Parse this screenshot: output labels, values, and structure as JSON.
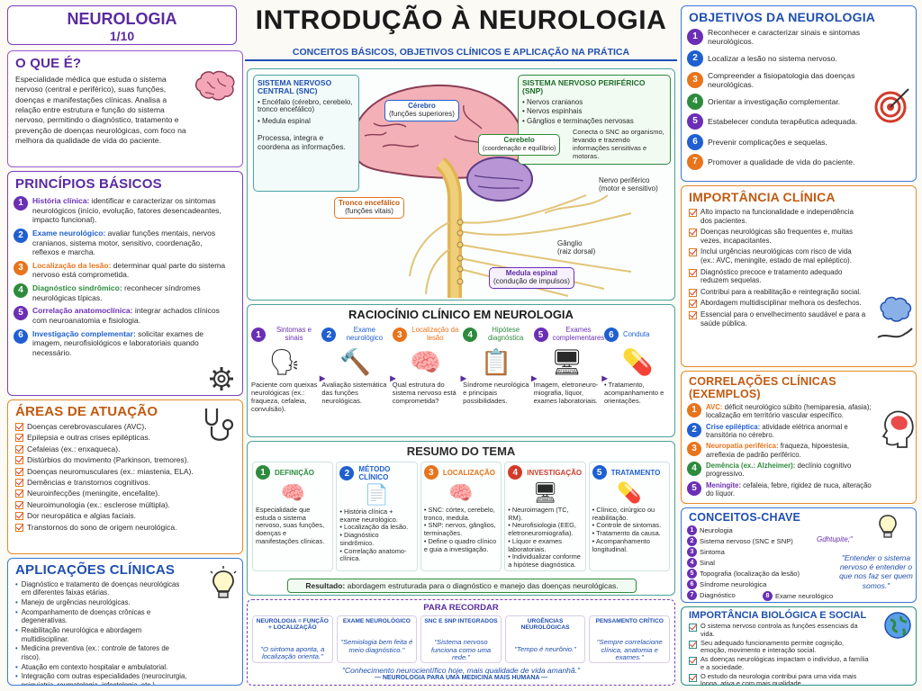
{
  "badge": {
    "title": "NEUROLOGIA",
    "page": "1/10"
  },
  "header": {
    "title": "INTRODUÇÃO À NEUROLOGIA",
    "subtitle": "CONCEITOS BÁSICOS, OBJETIVOS CLÍNICOS E APLICAÇÃO NA PRÁTICA"
  },
  "oque": {
    "title": "O QUE É?",
    "text": "Especialidade médica que estuda o sistema nervoso (central e periférico), suas funções, doenças e manifestações clínicas. Analisa a relação entre estrutura e função do sistema nervoso, permitindo o diagnóstico, tratamento e prevenção de doenças neurológicas, com foco na melhora da qualidade de vida do paciente."
  },
  "principios": {
    "title": "PRINCÍPIOS BÁSICOS",
    "items": [
      {
        "n": "1",
        "head": "História clínica:",
        "text": "identificar e caracterizar os sintomas neurológicos (início, evolução, fatores desencadeantes, impacto funcional)."
      },
      {
        "n": "2",
        "head": "Exame neurológico:",
        "text": "avaliar funções mentais, nervos cranianos, sistema motor, sensitivo, coordenação, reflexos e marcha."
      },
      {
        "n": "3",
        "head": "Localização da lesão:",
        "text": "determinar qual parte do sistema nervoso está comprometida."
      },
      {
        "n": "4",
        "head": "Diagnóstico sindrômico:",
        "text": "reconhecer síndromes neurológicas típicas."
      },
      {
        "n": "5",
        "head": "Correlação anatomoclínica:",
        "text": "integrar achados clínicos com neuroanatomia e fisiologia."
      },
      {
        "n": "6",
        "head": "Investigação complementar:",
        "text": "solicitar exames de imagem, neurofisiológicos e laboratoriais quando necessário."
      }
    ]
  },
  "areas": {
    "title": "ÁREAS DE ATUAÇÃO",
    "items": [
      "Doenças cerebrovasculares (AVC).",
      "Epilepsia e outras crises epilépticas.",
      "Cefaleias (ex.: enxaqueca).",
      "Distúrbios do movimento (Parkinson, tremores).",
      "Doenças neuromusculares (ex.: miastenia, ELA).",
      "Demências e transtornos cognitivos.",
      "Neuroinfecções (meningite, encefalite).",
      "Neuroimunologia (ex.: esclerose múltipla).",
      "Dor neuropática e algias faciais.",
      "Transtornos do sono de origem neurológica."
    ]
  },
  "aplicacoes": {
    "title": "APLICAÇÕES CLÍNICAS",
    "items": [
      "Diagnóstico e tratamento de doenças neurológicas em diferentes faixas etárias.",
      "Manejo de urgências neurológicas.",
      "Acompanhamento de doenças crônicas e degenerativas.",
      "Reabilitação neurológica e abordagem multidisciplinar.",
      "Medicina preventiva (ex.: controle de fatores de risco).",
      "Atuação em contexto hospitalar e ambulatorial.",
      "Integração com outras especialidades (neurocirurgia, psiquiatria, reumatologia, infectologia, etc.)."
    ]
  },
  "anatomia": {
    "snc": {
      "title": "SISTEMA NERVOSO CENTRAL (SNC)",
      "items": [
        "Encéfalo (cérebro, cerebelo, tronco encefálico)",
        "Medula espinal"
      ],
      "text": "Processa, integra e coordena as informações."
    },
    "snp": {
      "title": "SISTEMA NERVOSO PERIFÉRICO (SNP)",
      "items": [
        "Nervos cranianos",
        "Nervos espinhais",
        "Gânglios e terminações nervosas"
      ],
      "text": "Conecta o SNC ao organismo, levando e trazendo informações sensitivas e motoras."
    },
    "labels": {
      "cerebro": "Cérebro",
      "cerebro_sub": "(funções superiores)",
      "cerebelo": "Cerebelo",
      "cerebelo_sub": "(coordenação e equilíbrio)",
      "tronco": "Tronco encefálico",
      "tronco_sub": "(funções vitais)",
      "nervo": "Nervo periférico",
      "nervo_sub": "(motor e sensitivo)",
      "ganglio": "Gânglio",
      "ganglio_sub": "(raiz dorsal)",
      "medula": "Medula espinal",
      "medula_sub": "(condução de impulsos)"
    }
  },
  "raciocinio": {
    "title": "RACIOCÍNIO CLÍNICO EM NEUROLOGIA",
    "steps": [
      {
        "n": "1",
        "label": "Sintomas e sinais",
        "text": "Paciente com queixas neurológicas (ex.: fraqueza, cefaleia, convulsão)."
      },
      {
        "n": "2",
        "label": "Exame neurológico",
        "text": "Avaliação sistemática das funções neurológicas."
      },
      {
        "n": "3",
        "label": "Localização da lesão",
        "text": "Qual estrutura do sistema nervoso está comprometida?"
      },
      {
        "n": "4",
        "label": "Hipótese diagnóstica",
        "text": "Síndrome neurológica e principais possibilidades."
      },
      {
        "n": "5",
        "label": "Exames complementares",
        "text": "Imagem, eletroneuro-miografia, líquor, exames laboratoriais."
      },
      {
        "n": "6",
        "label": "Conduta",
        "text": "• Tratamento, acompanhamento e orientações."
      }
    ]
  },
  "resumo": {
    "title": "RESUMO DO TEMA",
    "cols": [
      {
        "n": "1",
        "label": "DEFINIÇÃO",
        "lines": [
          "Especialidade que estuda o sistema nervoso, suas funções, doenças e manifestações clínicas."
        ]
      },
      {
        "n": "2",
        "label": "MÉTODO CLÍNICO",
        "lines": [
          "• História clínica + exame neurológico.",
          "• Localização da lesão.",
          "• Diagnóstico sindrômico.",
          "• Correlação anatomo-clínica."
        ]
      },
      {
        "n": "3",
        "label": "LOCALIZAÇÃO",
        "lines": [
          "• SNC: córtex, cerebelo, tronco, medula.",
          "• SNP: nervos, gânglios, terminações.",
          "• Define o quadro clínico e guia a investigação."
        ]
      },
      {
        "n": "4",
        "label": "INVESTIGAÇÃO",
        "lines": [
          "• Neuroimagem (TC, RM).",
          "• Neurofisiologia (EEG, eletroneuromiografia).",
          "• Líquor e exames laboratoriais.",
          "• Individualizar conforme a hipótese diagnóstica."
        ]
      },
      {
        "n": "5",
        "label": "TRATAMENTO",
        "lines": [
          "• Clínico, cirúrgico ou reabilitação.",
          "• Controle de sintomas.",
          "• Tratamento da causa.",
          "• Acompanhamento longitudinal."
        ]
      }
    ],
    "resultado_head": "Resultado:",
    "resultado": "abordagem estruturada para o diagnóstico e manejo das doenças neurológicas."
  },
  "recordar": {
    "title": "PARA RECORDAR",
    "cards": [
      {
        "head": "NEUROLOGIA = FUNÇÃO + LOCALIZAÇÃO",
        "quote": "\"O sintoma aponta, a localização orienta.\""
      },
      {
        "head": "EXAME NEUROLÓGICO",
        "quote": "\"Semiologia bem feita é meio diagnóstico.\""
      },
      {
        "head": "SNC E SNP INTEGRADOS",
        "quote": "\"Sistema nervoso funciona como uma rede.\""
      },
      {
        "head": "URGÊNCIAS NEUROLÓGICAS",
        "quote": "\"Tempo é neurônio.\""
      },
      {
        "head": "PENSAMENTO CRÍTICO",
        "quote": "\"Sempre correlacione clínica, anatomia e exames.\""
      }
    ],
    "footer1": "\"Conhecimento neurocientífico hoje, mais qualidade de vida amanhã.\"",
    "footer2": "— NEUROLOGIA PARA UMA MEDICINA MAIS HUMANA —"
  },
  "objetivos": {
    "title": "OBJETIVOS DA NEUROLOGIA",
    "items": [
      {
        "n": "1",
        "text": "Reconhecer e caracterizar sinais e sintomas neurológicos."
      },
      {
        "n": "2",
        "text": "Localizar a lesão no sistema nervoso."
      },
      {
        "n": "3",
        "text": "Compreender a fisiopatologia das doenças neurológicas."
      },
      {
        "n": "4",
        "text": "Orientar a investigação complementar."
      },
      {
        "n": "5",
        "text": "Estabelecer conduta terapêutica adequada."
      },
      {
        "n": "6",
        "text": "Prevenir complicações e sequelas."
      },
      {
        "n": "7",
        "text": "Promover a qualidade de vida do paciente."
      }
    ]
  },
  "importancia": {
    "title": "IMPORTÂNCIA CLÍNICA",
    "items": [
      "Alto impacto na funcionalidade e independência dos pacientes.",
      "Doenças neurológicas são frequentes e, muitas vezes, incapacitantes.",
      "Inclui urgências neurológicas com risco de vida (ex.: AVC, meningite, estado de mal epiléptico).",
      "Diagnóstico precoce e tratamento adequado reduzem sequelas.",
      "Contribui para a reabilitação e reintegração social.",
      "Abordagem multidisciplinar melhora os desfechos.",
      "Essencial para o envelhecimento saudável e para a saúde pública."
    ]
  },
  "correlacoes": {
    "title": "CORRELAÇÕES CLÍNICAS (EXEMPLOS)",
    "items": [
      {
        "n": "1",
        "head": "AVC:",
        "text": "déficit neurológico súbito (hemiparesia, afasia); localização em território vascular específico."
      },
      {
        "n": "2",
        "head": "Crise epiléptica:",
        "text": "atividade elétrica anormal e transitória no cérebro."
      },
      {
        "n": "3",
        "head": "Neuropatia periférica:",
        "text": "fraqueza, hipoestesia, arreflexia de padrão periférico."
      },
      {
        "n": "4",
        "head": "Demência (ex.: Alzheimer):",
        "text": "declínio cognitivo progressivo."
      },
      {
        "n": "5",
        "head": "Meningite:",
        "text": "cefaleia, febre, rigidez de nuca, alteração do líquor."
      }
    ]
  },
  "conceitos": {
    "title": "CONCEITOS-CHAVE",
    "items": [
      {
        "n": "1",
        "text": "Neurologia"
      },
      {
        "n": "2",
        "text": "Sistema nervoso (SNC e SNP)"
      },
      {
        "n": "3",
        "text": "Sintoma"
      },
      {
        "n": "4",
        "text": "Sinal"
      },
      {
        "n": "5",
        "text": "Topografia (localização da lesão)"
      },
      {
        "n": "6",
        "text": "Síndrome neurológica"
      },
      {
        "n": "7",
        "text": "Diagnóstico"
      },
      {
        "n": "8",
        "text": "Exame neurológico"
      }
    ],
    "scribble": "Gdhtupite;\"",
    "quote": "\"Entender o sistema nervoso é entender o que nos faz ser quem somos.\""
  },
  "biologica": {
    "title": "IMPORTÂNCIA BIOLÓGICA E SOCIAL",
    "items": [
      "O sistema nervoso controla as funções essenciais da vida.",
      "Seu adequado funcionamento permite cognição, emoção, movimento e interação social.",
      "As doenças neurológicas impactam o indivíduo, a família e a sociedade.",
      "O estudo da neurologia contribui para uma vida mais longa, ativa e com mais qualidade."
    ]
  },
  "colors": {
    "purple": "#6a2fb5",
    "blue": "#1f5fd1",
    "orange": "#e8741c",
    "green": "#2e8b3e",
    "red": "#d23a2a",
    "teal": "#2a8f86"
  }
}
